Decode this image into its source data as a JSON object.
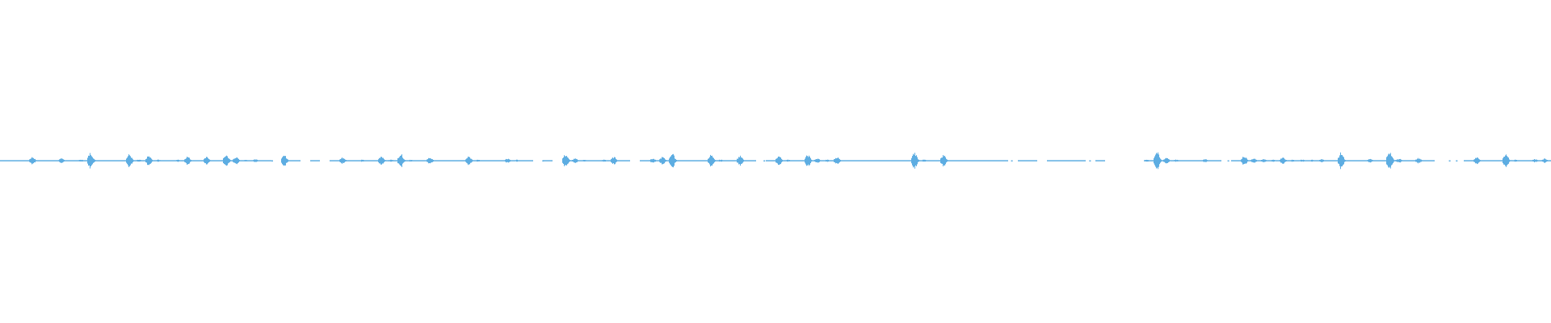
{
  "waveform": {
    "color": "#5dade2",
    "background": "#ffffff",
    "peaks": [
      0.05,
      0.05,
      0.05,
      0.35,
      0.05,
      0.05,
      0.2,
      0.05,
      0.1,
      0.75,
      0.05,
      0.05,
      0.05,
      0.6,
      0.1,
      0.45,
      0.1,
      0.05,
      0.1,
      0.4,
      0.05,
      0.35,
      0.05,
      0.55,
      0.35,
      0.1,
      0.15,
      0.05,
      0,
      0.5,
      0.05,
      0,
      0.05,
      0,
      0.05,
      0.3,
      0.05,
      0.1,
      0.05,
      0.45,
      0.1,
      0.65,
      0.1,
      0.05,
      0.3,
      0.05,
      0.05,
      0.05,
      0.45,
      0.1,
      0.05,
      0.05,
      0.2,
      0.1,
      0.05,
      0,
      0.05,
      0,
      0.6,
      0.2,
      0.1,
      0.05,
      0.1,
      0.35,
      0.05,
      0,
      0.05,
      0.2,
      0.35,
      0.7,
      0.05,
      0.05,
      0.05,
      0.55,
      0.1,
      0.05,
      0.45,
      0.05,
      0,
      0.05,
      0.45,
      0.1,
      0.05,
      0.55,
      0.2,
      0.1,
      0.35,
      0.05,
      0.05,
      0.05,
      0.05,
      0.05,
      0.05,
      0.05,
      0.8,
      0.1,
      0.05,
      0.55,
      0.05,
      0.05,
      0.05,
      0.05,
      0.05,
      0.05,
      0,
      0.05,
      0.05,
      0,
      0.05,
      0.05,
      0.05,
      0.05,
      0,
      0.05,
      0,
      0,
      0,
      0,
      0.1,
      0.85,
      0.3,
      0.1,
      0.05,
      0.05,
      0.15,
      0.05,
      0,
      0.05,
      0.45,
      0.2,
      0.15,
      0.1,
      0.3,
      0.1,
      0.1,
      0.1,
      0.15,
      0.05,
      0.75,
      0.05,
      0.05,
      0.2,
      0.05,
      0.9,
      0.2,
      0.05,
      0.25,
      0.05,
      0,
      0,
      0,
      0.05,
      0.35,
      0.05,
      0.05,
      0.7,
      0.1,
      0.05,
      0.15,
      0.2
    ]
  }
}
